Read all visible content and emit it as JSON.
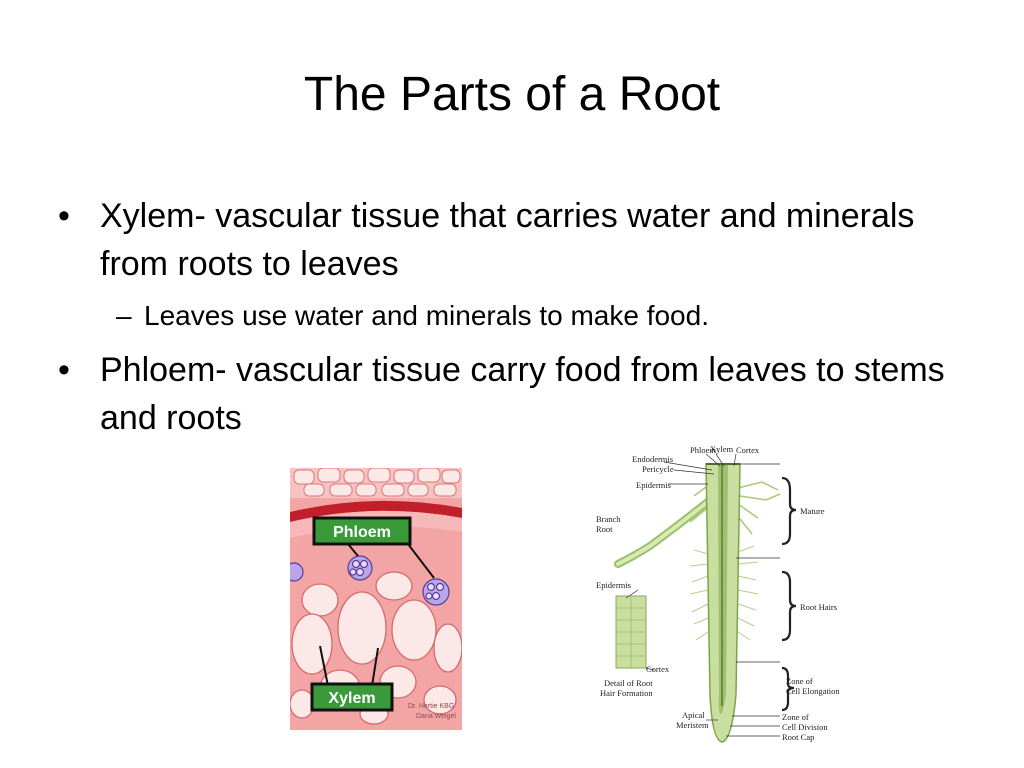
{
  "title": "The Parts of a Root",
  "bullets": [
    {
      "text": "Xylem- vascular tissue that carries water and minerals from roots to leaves",
      "sub": [
        "Leaves use water and minerals to make food."
      ]
    },
    {
      "text": "Phloem- vascular tissue carry food from leaves to stems and roots",
      "sub": []
    }
  ],
  "cross_section_photo": {
    "phloem_tag": "Phloem",
    "xylem_tag": "Xylem",
    "credit_line1": "Dr. Hertie KBG",
    "credit_line2": "Dana Weigel"
  },
  "root_diagram": {
    "labels": {
      "endodermis": "Endodermis",
      "phloem": "Phloem",
      "xylem": "Xylem",
      "cortex": "Cortex",
      "pericycle": "Pericycle",
      "epidermis_top": "Epidermis",
      "branch_root_1": "Branch",
      "branch_root_2": "Root",
      "mature": "Mature",
      "epidermis_detail": "Epidermis",
      "root_hairs": "Root Hairs",
      "cortex_detail": "Cortex",
      "detail_1": "Detail of Root",
      "detail_2": "Hair Formation",
      "elongation_1": "Zone of",
      "elongation_2": "Cell Elongation",
      "division_1": "Zone of",
      "division_2": "Cell Division",
      "apical_1": "Apical",
      "apical_2": "Meristem",
      "root_cap": "Root Cap"
    }
  },
  "colors": {
    "tag_fill": "#3a9a3a",
    "tag_border": "#1a1a1a",
    "tissue_pink": "#f08a8a",
    "tissue_cell": "#fbe4e4",
    "phloem_purple": "#7a5ab8",
    "root_green": "#c9dfa0",
    "root_dark": "#6f8f3a"
  }
}
